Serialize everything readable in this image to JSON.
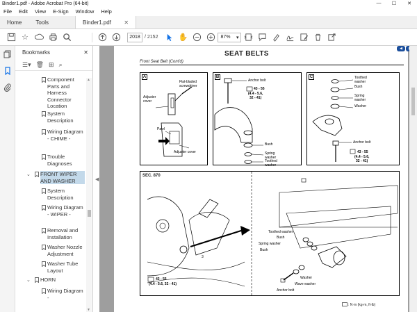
{
  "window": {
    "title": "Binder1.pdf - Adobe Acrobat Pro (64-bit)"
  },
  "menu": [
    "File",
    "Edit",
    "View",
    "E-Sign",
    "Window",
    "Help"
  ],
  "tabs": {
    "home": "Home",
    "tools": "Tools",
    "document": "Binder1.pdf"
  },
  "toolbar": {
    "page_current": "2018",
    "page_total": "/ 2152",
    "zoom": "87%"
  },
  "bookmarks": {
    "title": "Bookmarks",
    "items": [
      {
        "label": "Component Parts and Harness Connector Location",
        "level": 2
      },
      {
        "label": "System Description",
        "level": 2
      },
      {
        "label": "Wiring Diagram - CHIME -",
        "level": 2
      },
      {
        "label": "Trouble Diagnoses",
        "level": 2
      },
      {
        "label": "FRONT WIPER AND WASHER",
        "level": 1,
        "selected": true
      },
      {
        "label": "System Description",
        "level": 2
      },
      {
        "label": "Wiring Diagram - WIPER -",
        "level": 2
      },
      {
        "label": "Removal and Installation",
        "level": 2
      },
      {
        "label": "Washer Nozzle Adjustment",
        "level": 2
      },
      {
        "label": "Washer Tube Layout",
        "level": 2
      },
      {
        "label": "HORN",
        "level": 1
      },
      {
        "label": "Wiring Diagram -",
        "level": 2
      }
    ]
  },
  "pdf": {
    "title": "SEAT BELTS",
    "subtitle": "Front Seat Belt (Cont'd)",
    "panel_a": {
      "label": "A",
      "flat_screwdriver": "Flat-bladed screwdriver",
      "adjuster_cover": "Adjuster cover",
      "pawl": "Pawl",
      "adjuster_cover2": "Adjuster cover"
    },
    "panel_b": {
      "label": "B",
      "anchor_bolt": "Anchor bolt",
      "torque1": "43 - 55",
      "torque2": "(4.4 - 5.6,",
      "torque3": "32 - 41)",
      "bush": "Bush",
      "spring_washer": "Spring washer",
      "toothed_washer": "Toothed washer"
    },
    "panel_c": {
      "label": "C",
      "toothed_washer": "Toothed washer",
      "bush": "Bush",
      "spring_washer": "Spring washer",
      "washer": "Washer",
      "anchor_bolt": "Anchor bolt",
      "torque1": "43 - 55",
      "torque2": "(4.4 - 5.6,",
      "torque3": "32 - 41)"
    },
    "bottom": {
      "sec": "SEC. 870",
      "torque1": "43 - 55",
      "torque2": "(4.4 - 5.6, 32 - 41)",
      "toothed_washer": "Toothed washer",
      "bush": "Bush",
      "spring_washer": "Spring washer",
      "bush2": "Bush",
      "washer": "Washer",
      "wave_washer": "Wave washer",
      "anchor_bolt": "Anchor bolt",
      "legend": ": N·m (kg-m, ft-lb)",
      "marker_3": "3"
    }
  }
}
